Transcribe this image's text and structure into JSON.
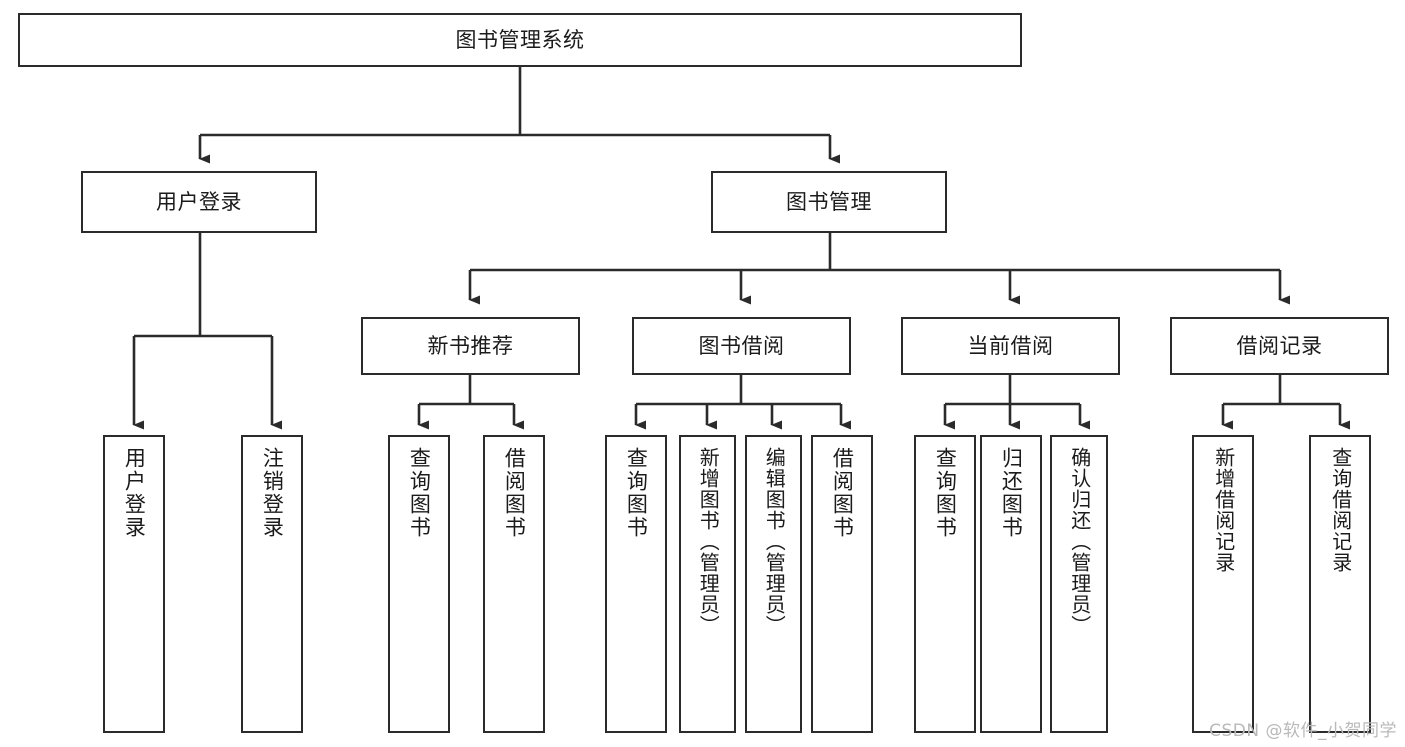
{
  "diagram": {
    "title": "图书管理系统",
    "type": "tree-hierarchy",
    "stroke_color": "#2b2b2b",
    "text_color": "#1b1b1b",
    "background_color": "#ffffff",
    "root": {
      "id": "root",
      "label": "图书管理系统"
    },
    "level2": [
      {
        "id": "user-login",
        "label": "用户登录"
      },
      {
        "id": "book-manage",
        "label": "图书管理"
      }
    ],
    "level3": [
      {
        "id": "new-book-recommend",
        "label": "新书推荐",
        "parent": "book-manage"
      },
      {
        "id": "book-borrow",
        "label": "图书借阅",
        "parent": "book-manage"
      },
      {
        "id": "current-borrow",
        "label": "当前借阅",
        "parent": "book-manage"
      },
      {
        "id": "borrow-record",
        "label": "借阅记录",
        "parent": "book-manage"
      }
    ],
    "leaves": [
      {
        "id": "leaf-user-login",
        "label": "用户登录",
        "parent": "user-login"
      },
      {
        "id": "leaf-logout-login",
        "label": "注销登录",
        "parent": "user-login"
      },
      {
        "id": "leaf-query-book-1",
        "label": "查询图书",
        "parent": "new-book-recommend"
      },
      {
        "id": "leaf-borrow-book-1",
        "label": "借阅图书",
        "parent": "new-book-recommend"
      },
      {
        "id": "leaf-query-book-2",
        "label": "查询图书",
        "parent": "book-borrow"
      },
      {
        "id": "leaf-add-book",
        "label": "新增图书（管理员）",
        "parent": "book-borrow"
      },
      {
        "id": "leaf-edit-book",
        "label": "编辑图书（管理员）",
        "parent": "book-borrow"
      },
      {
        "id": "leaf-borrow-book-2",
        "label": "借阅图书",
        "parent": "book-borrow"
      },
      {
        "id": "leaf-query-book-3",
        "label": "查询图书",
        "parent": "current-borrow"
      },
      {
        "id": "leaf-return-book",
        "label": "归还图书",
        "parent": "current-borrow"
      },
      {
        "id": "leaf-confirm-return",
        "label": "确认归还（管理员）",
        "parent": "current-borrow"
      },
      {
        "id": "leaf-add-record",
        "label": "新增借阅记录",
        "parent": "borrow-record"
      },
      {
        "id": "leaf-query-record",
        "label": "查询借阅记录",
        "parent": "borrow-record"
      }
    ]
  },
  "watermark": {
    "text": "CSDN @软件_小贺同学"
  }
}
